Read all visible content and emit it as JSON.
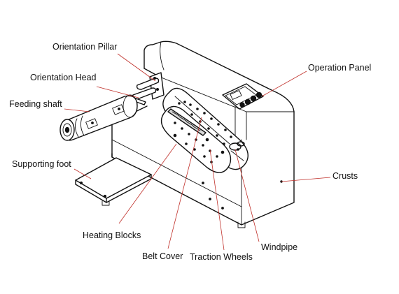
{
  "labels": {
    "orientation_pillar": "Orientation Pillar",
    "orientation_head": "Orientation Head",
    "feeding_shaft": "Feeding shaft",
    "supporting_foot": "Supporting foot",
    "heating_blocks": "Heating Blocks",
    "belt_cover": "Belt Cover",
    "traction_wheels": "Traction Wheels",
    "windpipe": "Windpipe",
    "operation_panel": "Operation Panel",
    "crusts": "Crusts"
  },
  "colors": {
    "line": "#111111",
    "leader": "#c0302a",
    "background": "#ffffff"
  }
}
